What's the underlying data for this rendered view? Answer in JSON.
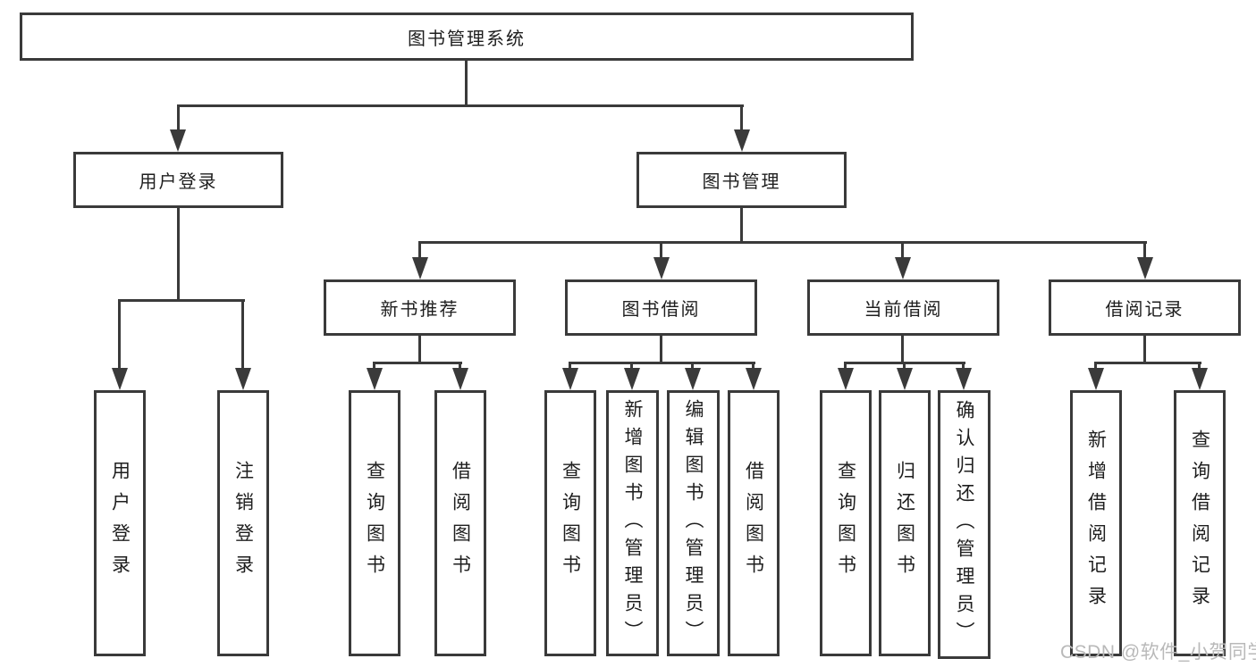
{
  "nodes": {
    "root": "图书管理系统",
    "level2": [
      "用户登录",
      "图书管理"
    ],
    "level3": [
      "新书推荐",
      "图书借阅",
      "当前借阅",
      "借阅记录"
    ],
    "leaves": [
      "用户登录",
      "注销登录",
      "查询图书",
      "借阅图书",
      "查询图书",
      "新增图书（管理员）",
      "编辑图书（管理员）",
      "借阅图书",
      "查询图书",
      "归还图书",
      "确认归还（管理员）",
      "新增借阅记录",
      "查询借阅记录"
    ]
  },
  "hierarchy": {
    "图书管理系统": {
      "用户登录": [
        "用户登录",
        "注销登录"
      ],
      "图书管理": {
        "新书推荐": [
          "查询图书",
          "借阅图书"
        ],
        "图书借阅": [
          "查询图书",
          "新增图书（管理员）",
          "编辑图书（管理员）",
          "借阅图书"
        ],
        "当前借阅": [
          "查询图书",
          "归还图书",
          "确认归还（管理员）"
        ],
        "借阅记录": [
          "新增借阅记录",
          "查询借阅记录"
        ]
      }
    }
  },
  "watermark": "CSDN @软件_小贺同学",
  "colors": {
    "line": "#3a3a3a",
    "text": "#1e1e1e",
    "watermark": "#b9b9b9",
    "background": "#ffffff"
  }
}
